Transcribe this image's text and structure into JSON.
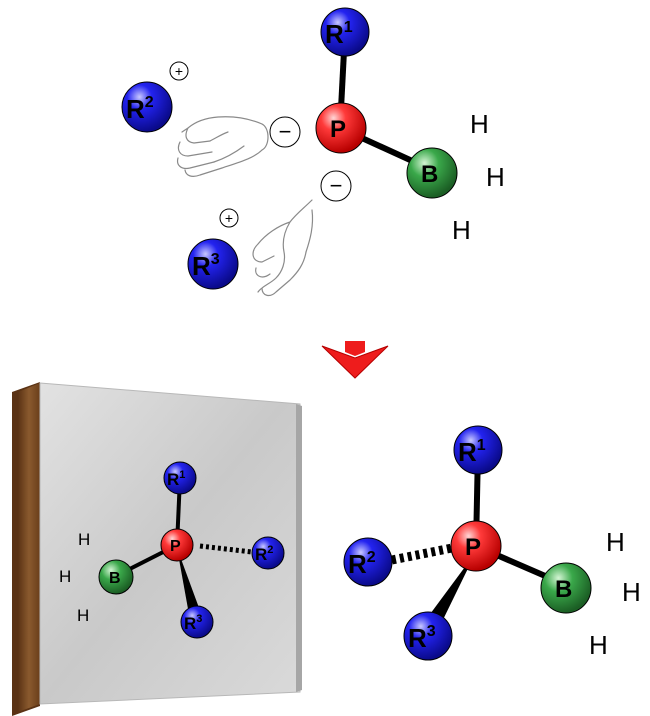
{
  "top_molecule": {
    "center": "P",
    "substituents": [
      {
        "base": "R",
        "sup": "1"
      },
      {
        "base": "R",
        "sup": "2"
      },
      {
        "base": "R",
        "sup": "3"
      }
    ],
    "boron": "B",
    "hydrogens": [
      "H",
      "H",
      "H"
    ],
    "charges": [
      "+",
      "+",
      "−",
      "−"
    ]
  },
  "mirror_molecule": {
    "center": "P",
    "substituents": [
      {
        "base": "R",
        "sup": "1"
      },
      {
        "base": "R",
        "sup": "2"
      },
      {
        "base": "R",
        "sup": "3"
      }
    ],
    "boron": "B",
    "hydrogens": [
      "H",
      "H",
      "H"
    ]
  },
  "product_molecule": {
    "center": "P",
    "substituents": [
      {
        "base": "R",
        "sup": "1"
      },
      {
        "base": "R",
        "sup": "2"
      },
      {
        "base": "R",
        "sup": "3"
      }
    ],
    "boron": "B",
    "hydrogens": [
      "H",
      "H",
      "H"
    ]
  },
  "colors": {
    "phosphorus": "#ff2020",
    "substituent": "#1a1aee",
    "boron": "#2e9b3a",
    "arrow": "#ee1c1c",
    "mirror_frame": "#7a4a22",
    "mirror_glass": "#d4d4d4"
  },
  "icons": [
    "hand-icon",
    "hand-icon",
    "arrow-down-icon",
    "mirror-icon"
  ]
}
